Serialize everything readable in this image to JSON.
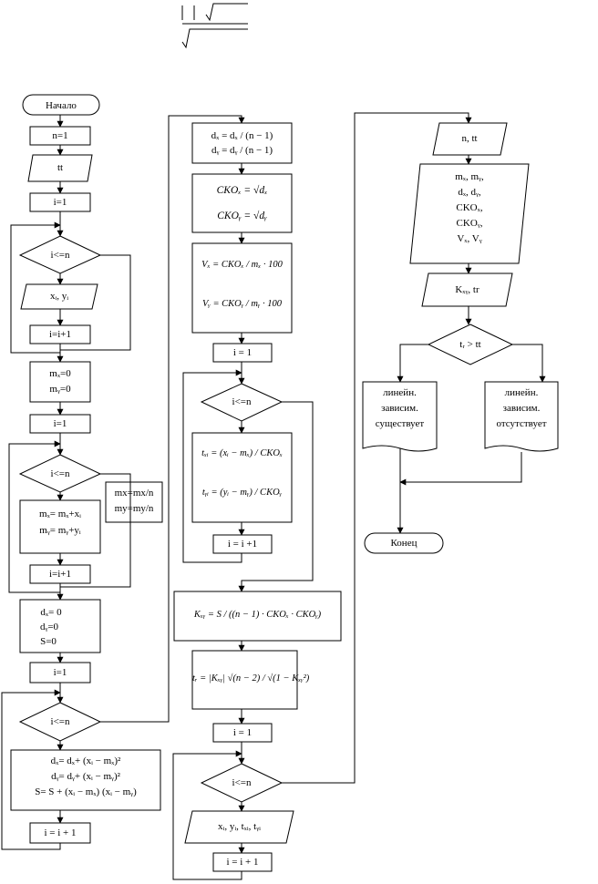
{
  "flowchart": {
    "col1": {
      "start": "Начало",
      "n_init": "n=1",
      "input_tt": "tt",
      "i_init_1": "i=1",
      "cond_1": "i<=n",
      "input_xy": "xᵢ, yᵢ",
      "inc_1": "i=i+1",
      "m_init_1": "mₓ=0",
      "m_init_2": "mᵧ=0",
      "i_init_2": "i=1",
      "cond_2": "i<=n",
      "sum_1": "mₓ= mₓ+xᵢ",
      "sum_2": "mᵧ= mᵧ+yᵢ",
      "inc_2": "i=i+1",
      "mean_1": "mx=mx/n",
      "mean_2": "my=my/n",
      "d_init_1": "dₓ= 0",
      "d_init_2": "dᵧ=0",
      "d_init_3": "S=0",
      "i_init_3": "i=1",
      "cond_3": "i<=n",
      "dsum_1": "dₓ= dₓ+ (xᵢ − mₓ)²",
      "dsum_2": "dᵧ= dᵧ+ (xᵢ − mᵧ)²",
      "dsum_3": "S= S + (xᵢ − mₓ) (xᵢ − mᵧ)",
      "inc_3": "i = i + 1"
    },
    "col2": {
      "disp_1": "dₓ = dₓ / (n − 1)",
      "disp_2": "dᵧ = dᵧ / (n − 1)",
      "sko_1": "CKOₓ = √dₓ",
      "sko_2": "CKOᵧ = √dᵧ",
      "v_1": "Vₓ = CKOₓ / mₓ · 100",
      "v_2": "Vᵧ = CKOᵧ / mᵧ · 100",
      "i_init_4": "i = 1",
      "cond_4": "i<=n",
      "t_1": "tₓᵢ = (xᵢ − mₓ) / CKOₓ",
      "t_2": "tᵧᵢ = (yᵢ − mᵧ) / CKOᵧ",
      "inc_4": "i = i +1",
      "kxy": "Kₓᵧ = S / ((n − 1) · CKOₓ · CKOᵧ)",
      "tr": "tᵣ = |Kₓᵧ| √(n − 2) / √(1 − Kₓᵧ²)",
      "i_init_5": "i = 1",
      "cond_5": "i<=n",
      "output_1": "xᵢ, yᵢ, tₓᵢ, tᵧᵢ",
      "inc_5": "i = i + 1"
    },
    "col3": {
      "output_ntt": "n, tt",
      "out_1": "mₓ, mᵧ,",
      "out_2": "dₓ, dᵧ,",
      "out_3": "CKOₓ,",
      "out_4": "CKOᵧ,",
      "out_5": "Vₓ, Vᵧ",
      "output_k": "Kₓᵧ, tr",
      "cond_6": "tᵣ > tt",
      "yes_1": "линейн.",
      "yes_2": "зависим.",
      "yes_3": "существует",
      "no_1": "линейн.",
      "no_2": "зависим.",
      "no_3": "отсутствует",
      "end": "Конец"
    }
  }
}
